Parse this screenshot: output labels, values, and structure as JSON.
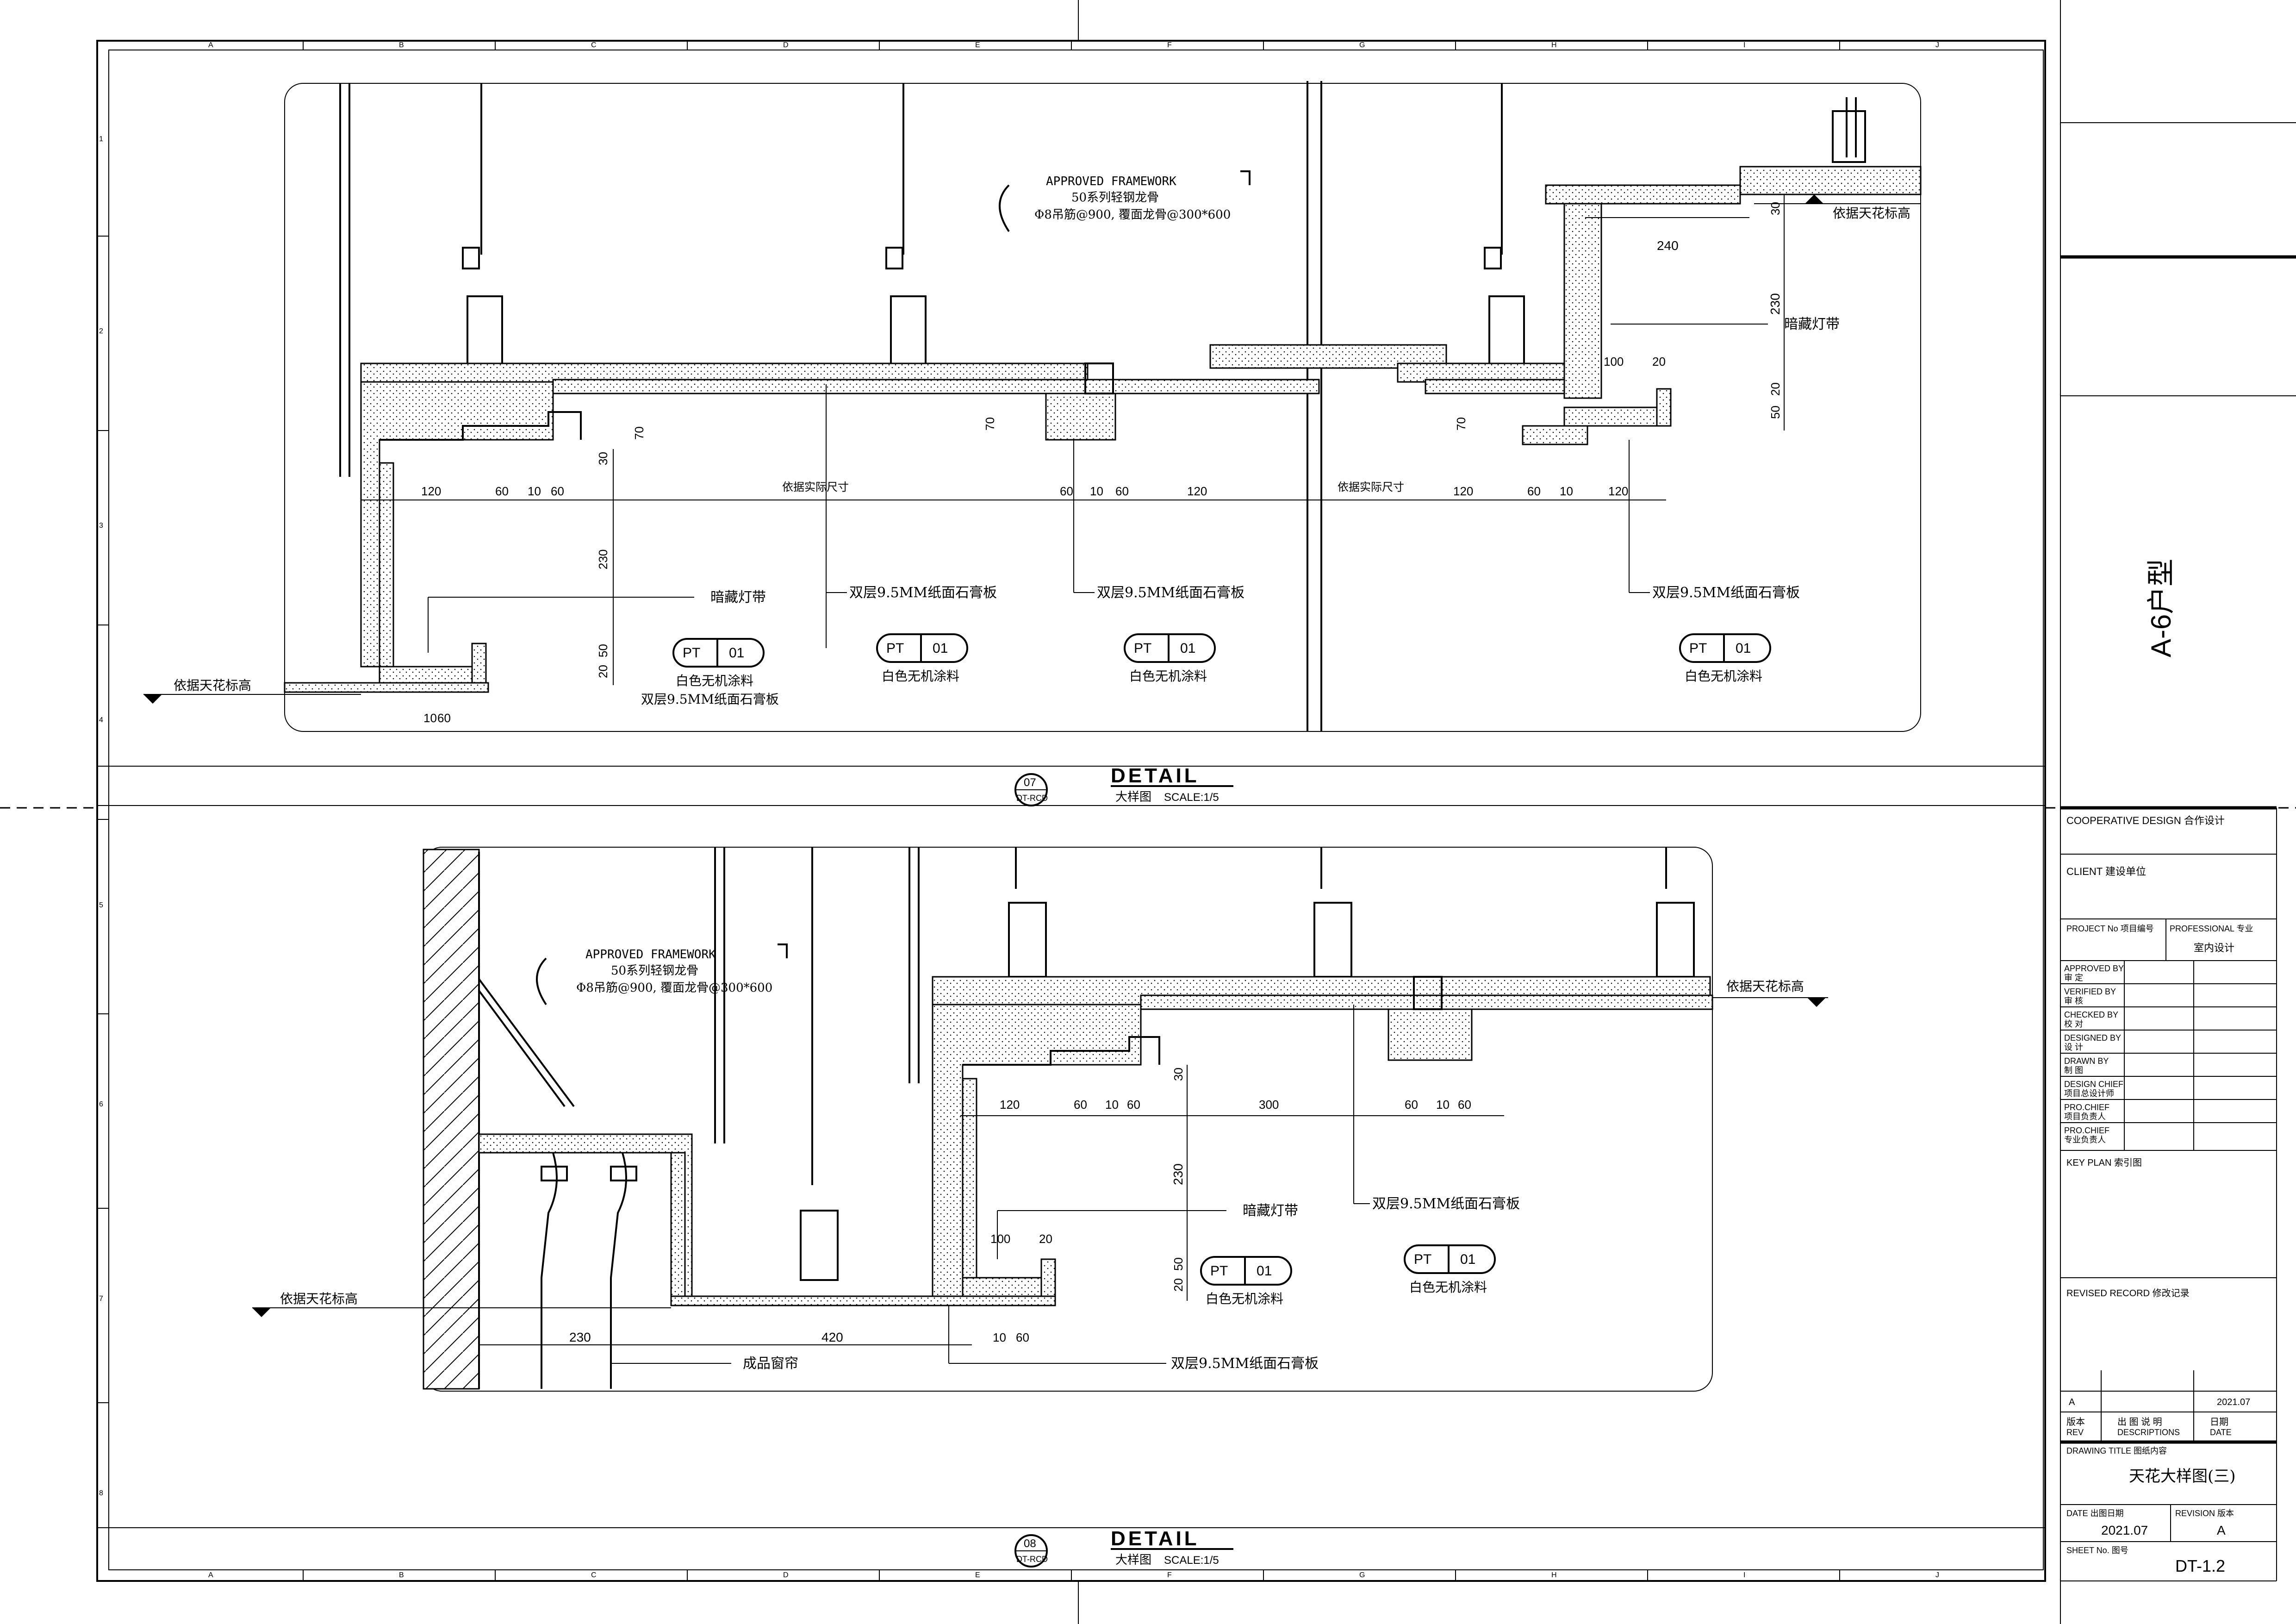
{
  "grid": {
    "columns": [
      "A",
      "B",
      "C",
      "D",
      "E",
      "F",
      "G",
      "H",
      "I",
      "J"
    ],
    "rows": [
      "1",
      "2",
      "3",
      "4",
      "5",
      "6",
      "7",
      "8"
    ]
  },
  "top_detail": {
    "number": "07",
    "sheet_ref": "DT-RCD",
    "title_en": "DETAIL",
    "title_cn": "大样图",
    "scale": "SCALE:1/5",
    "framework_en": "APPROVED FRAMEWORK",
    "framework_cn1": "50系列轻钢龙骨",
    "framework_cn2": "Φ8吊筋@900, 覆面龙骨@300*600",
    "ceiling_level_left": "依据天花标高",
    "ceiling_level_right": "依据天花标高",
    "hidden_light_left": "暗藏灯带",
    "hidden_light_right": "暗藏灯带",
    "actual_size_1": "依据实际尺寸",
    "actual_size_2": "依据实际尺寸",
    "board": "双层9.5MM纸面石膏板",
    "paint": "白色无机涂料",
    "tag_code": "PT",
    "tag_num": "01",
    "dims_left": [
      "120",
      "60",
      "10",
      "60"
    ],
    "dims_mid": [
      "60",
      "10",
      "60",
      "120"
    ],
    "dims_right": [
      "120",
      "60",
      "10",
      "120"
    ],
    "dim_230": "230",
    "dim_240": "240",
    "dim_100": "100",
    "dim_20": "20",
    "dim_50": "50",
    "dim_30": "30",
    "dim_70": "70",
    "dim_60": "60",
    "dim_10": "10"
  },
  "bottom_detail": {
    "number": "08",
    "sheet_ref": "DT-RCD",
    "title_en": "DETAIL",
    "title_cn": "大样图",
    "scale": "SCALE:1/5",
    "framework_en": "APPROVED FRAMEWORK",
    "framework_cn1": "50系列轻钢龙骨",
    "framework_cn2": "Φ8吊筋@900, 覆面龙骨@300*600",
    "ceiling_level_left": "依据天花标高",
    "ceiling_level_right": "依据天花标高",
    "hidden_light": "暗藏灯带",
    "board": "双层9.5MM纸面石膏板",
    "paint": "白色无机涂料",
    "curtain": "成品窗帘",
    "tag_code": "PT",
    "tag_num": "01",
    "dims_top": [
      "120",
      "60",
      "10",
      "60",
      "300",
      "60",
      "10",
      "60"
    ],
    "dim_230": "230",
    "dim_420": "420",
    "dim_230b": "230",
    "dim_100": "100",
    "dim_20": "20",
    "dim_50": "50",
    "dim_30": "30",
    "dim_60": "60",
    "dim_10": "10"
  },
  "side_label": "A-6户型",
  "title_block": {
    "cooperative": "COOPERATIVE DESIGN 合作设计",
    "client": "CLIENT 建设单位",
    "project_no": "PROJECT No 项目编号",
    "professional": "PROFESSIONAL  专业",
    "professional_val": "室内设计",
    "approved": "APPROVED BY",
    "approved_cn": "审 定",
    "verified": "VERIFIED BY",
    "verified_cn": "审 核",
    "checked": "CHECKED BY",
    "checked_cn": "校 对",
    "designed": "DESIGNED BY",
    "designed_cn": "设 计",
    "drawn": "DRAWN BY",
    "drawn_cn": "制 图",
    "design_chief": "DESIGN CHIEF",
    "design_chief_cn": "项目总设计师",
    "pro_chief1": "PRO.CHIEF",
    "pro_chief1_cn": "项目负责人",
    "pro_chief2": "PRO.CHIEF",
    "pro_chief2_cn": "专业负责人",
    "key_plan": "KEY  PLAN 索引图",
    "revised": "REVISED RECORD   修改记录",
    "rev_val": "A",
    "date_val": "2021.07",
    "rev_cn": "版本",
    "rev_en": "REV",
    "desc_cn": "出 图 说 明",
    "desc_en": "DESCRIPTIONS",
    "date_cn": "日期",
    "date_en": "DATE",
    "drawing_title_lbl": "DRAWING TITLE  图纸内容",
    "drawing_title": "天花大样图(三)",
    "date_lbl": "DATE  出图日期",
    "date": "2021.07",
    "revision_lbl": "REVISION 版本",
    "revision": "A",
    "sheet_lbl": "SHEET No. 图号",
    "sheet_no": "DT-1.2"
  }
}
